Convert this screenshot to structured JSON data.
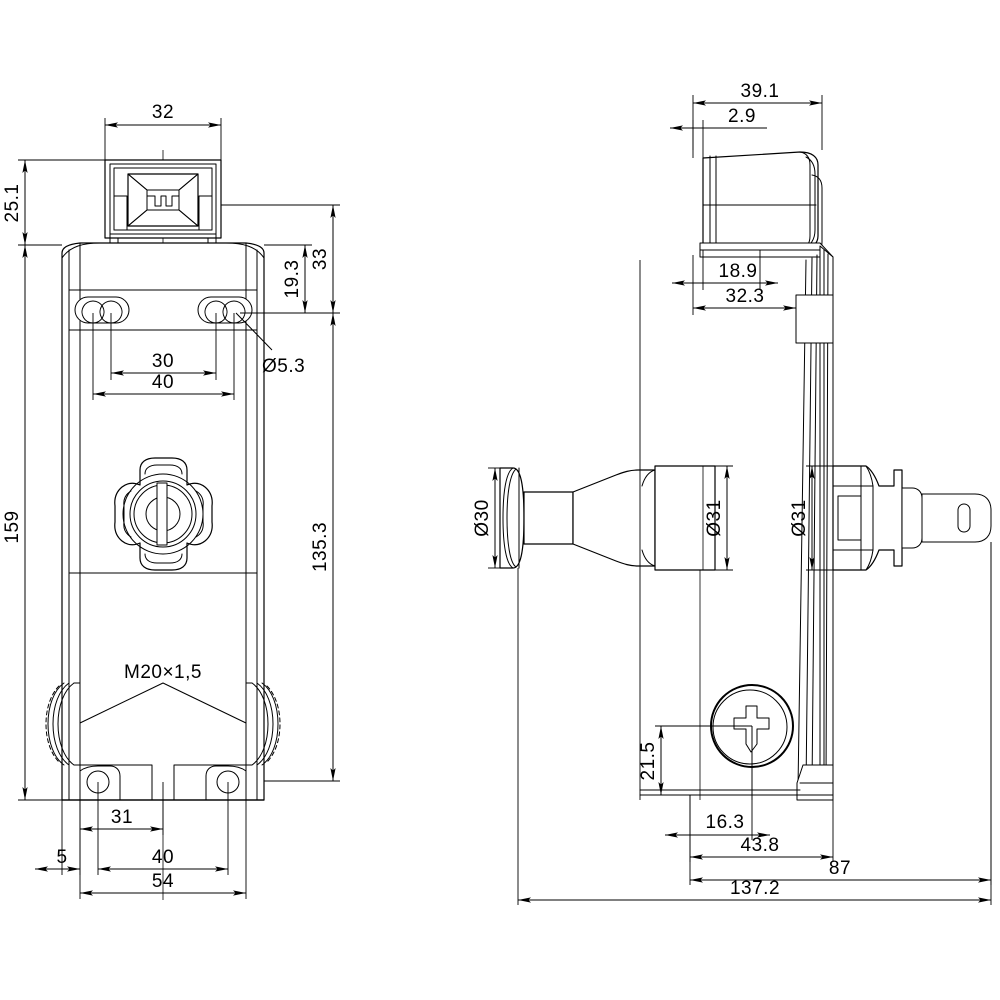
{
  "drawing": {
    "title": "Technical engineering drawing — two orthographic views of a quarter-turn cabinet lock / swing handle",
    "type": "mechanical-part-drawing",
    "background_color": "#ffffff",
    "line_color": "#000000",
    "views": [
      {
        "id": "front-view",
        "name": "Front elevation (left view)",
        "description": "Rectangular escutcheon plate with top connector block, two figure-eight mounting slots, central clover knob with keyway, threaded M20x1,5 section and two lower mounting holes"
      },
      {
        "id": "side-view",
        "name": "Side elevation (right view)",
        "description": "Side profile showing lock barrel, handle shaft with Ø30 cap, Ø31 body, key insert and mounting screw"
      }
    ],
    "dimensions": {
      "front_view": {
        "top_width": "32",
        "top_height": "25.1",
        "overall_height": "159",
        "body_height": "135.3",
        "slot_offset_vertical": "33",
        "slot_offset_inner": "19.3",
        "slot_hole_dia": "Ø5.3",
        "slot_spacing_inner": "30",
        "slot_spacing_outer": "40",
        "thread_label": "M20×1,5",
        "bottom_hole_offset": "31",
        "bottom_edge_offset": "5",
        "bottom_hole_spacing": "40",
        "overall_width": "54"
      },
      "side_view": {
        "top_overall": "39.1",
        "top_step": "2.9",
        "mid_step": "18.9",
        "barrel_depth": "32.3",
        "cap_dia": "Ø30",
        "body_dia_left": "Ø31",
        "body_dia_right": "Ø31",
        "screw_height": "21.5",
        "screw_offset": "16.3",
        "plate_depth": "43.8",
        "assembly_depth": "87",
        "overall_depth": "137.2"
      }
    },
    "labels": [
      {
        "id": "dim-32",
        "text": "32"
      },
      {
        "id": "dim-25-1",
        "text": "25.1"
      },
      {
        "id": "dim-159",
        "text": "159"
      },
      {
        "id": "dim-135-3",
        "text": "135.3"
      },
      {
        "id": "dim-33",
        "text": "33"
      },
      {
        "id": "dim-19-3",
        "text": "19.3"
      },
      {
        "id": "dim-dia-5-3",
        "text": "Ø5.3"
      },
      {
        "id": "dim-30",
        "text": "30"
      },
      {
        "id": "dim-40-top",
        "text": "40"
      },
      {
        "id": "label-thread",
        "text": "M20×1,5"
      },
      {
        "id": "dim-31",
        "text": "31"
      },
      {
        "id": "dim-5",
        "text": "5"
      },
      {
        "id": "dim-40-bottom",
        "text": "40"
      },
      {
        "id": "dim-54",
        "text": "54"
      },
      {
        "id": "dim-39-1",
        "text": "39.1"
      },
      {
        "id": "dim-2-9",
        "text": "2.9"
      },
      {
        "id": "dim-18-9",
        "text": "18.9"
      },
      {
        "id": "dim-32-3",
        "text": "32.3"
      },
      {
        "id": "dim-dia-30",
        "text": "Ø30"
      },
      {
        "id": "dim-dia-31-left",
        "text": "Ø31"
      },
      {
        "id": "dim-dia-31-right",
        "text": "Ø31"
      },
      {
        "id": "dim-21-5",
        "text": "21.5"
      },
      {
        "id": "dim-16-3",
        "text": "16.3"
      },
      {
        "id": "dim-43-8",
        "text": "43.8"
      },
      {
        "id": "dim-87",
        "text": "87"
      },
      {
        "id": "dim-137-2",
        "text": "137.2"
      }
    ]
  }
}
